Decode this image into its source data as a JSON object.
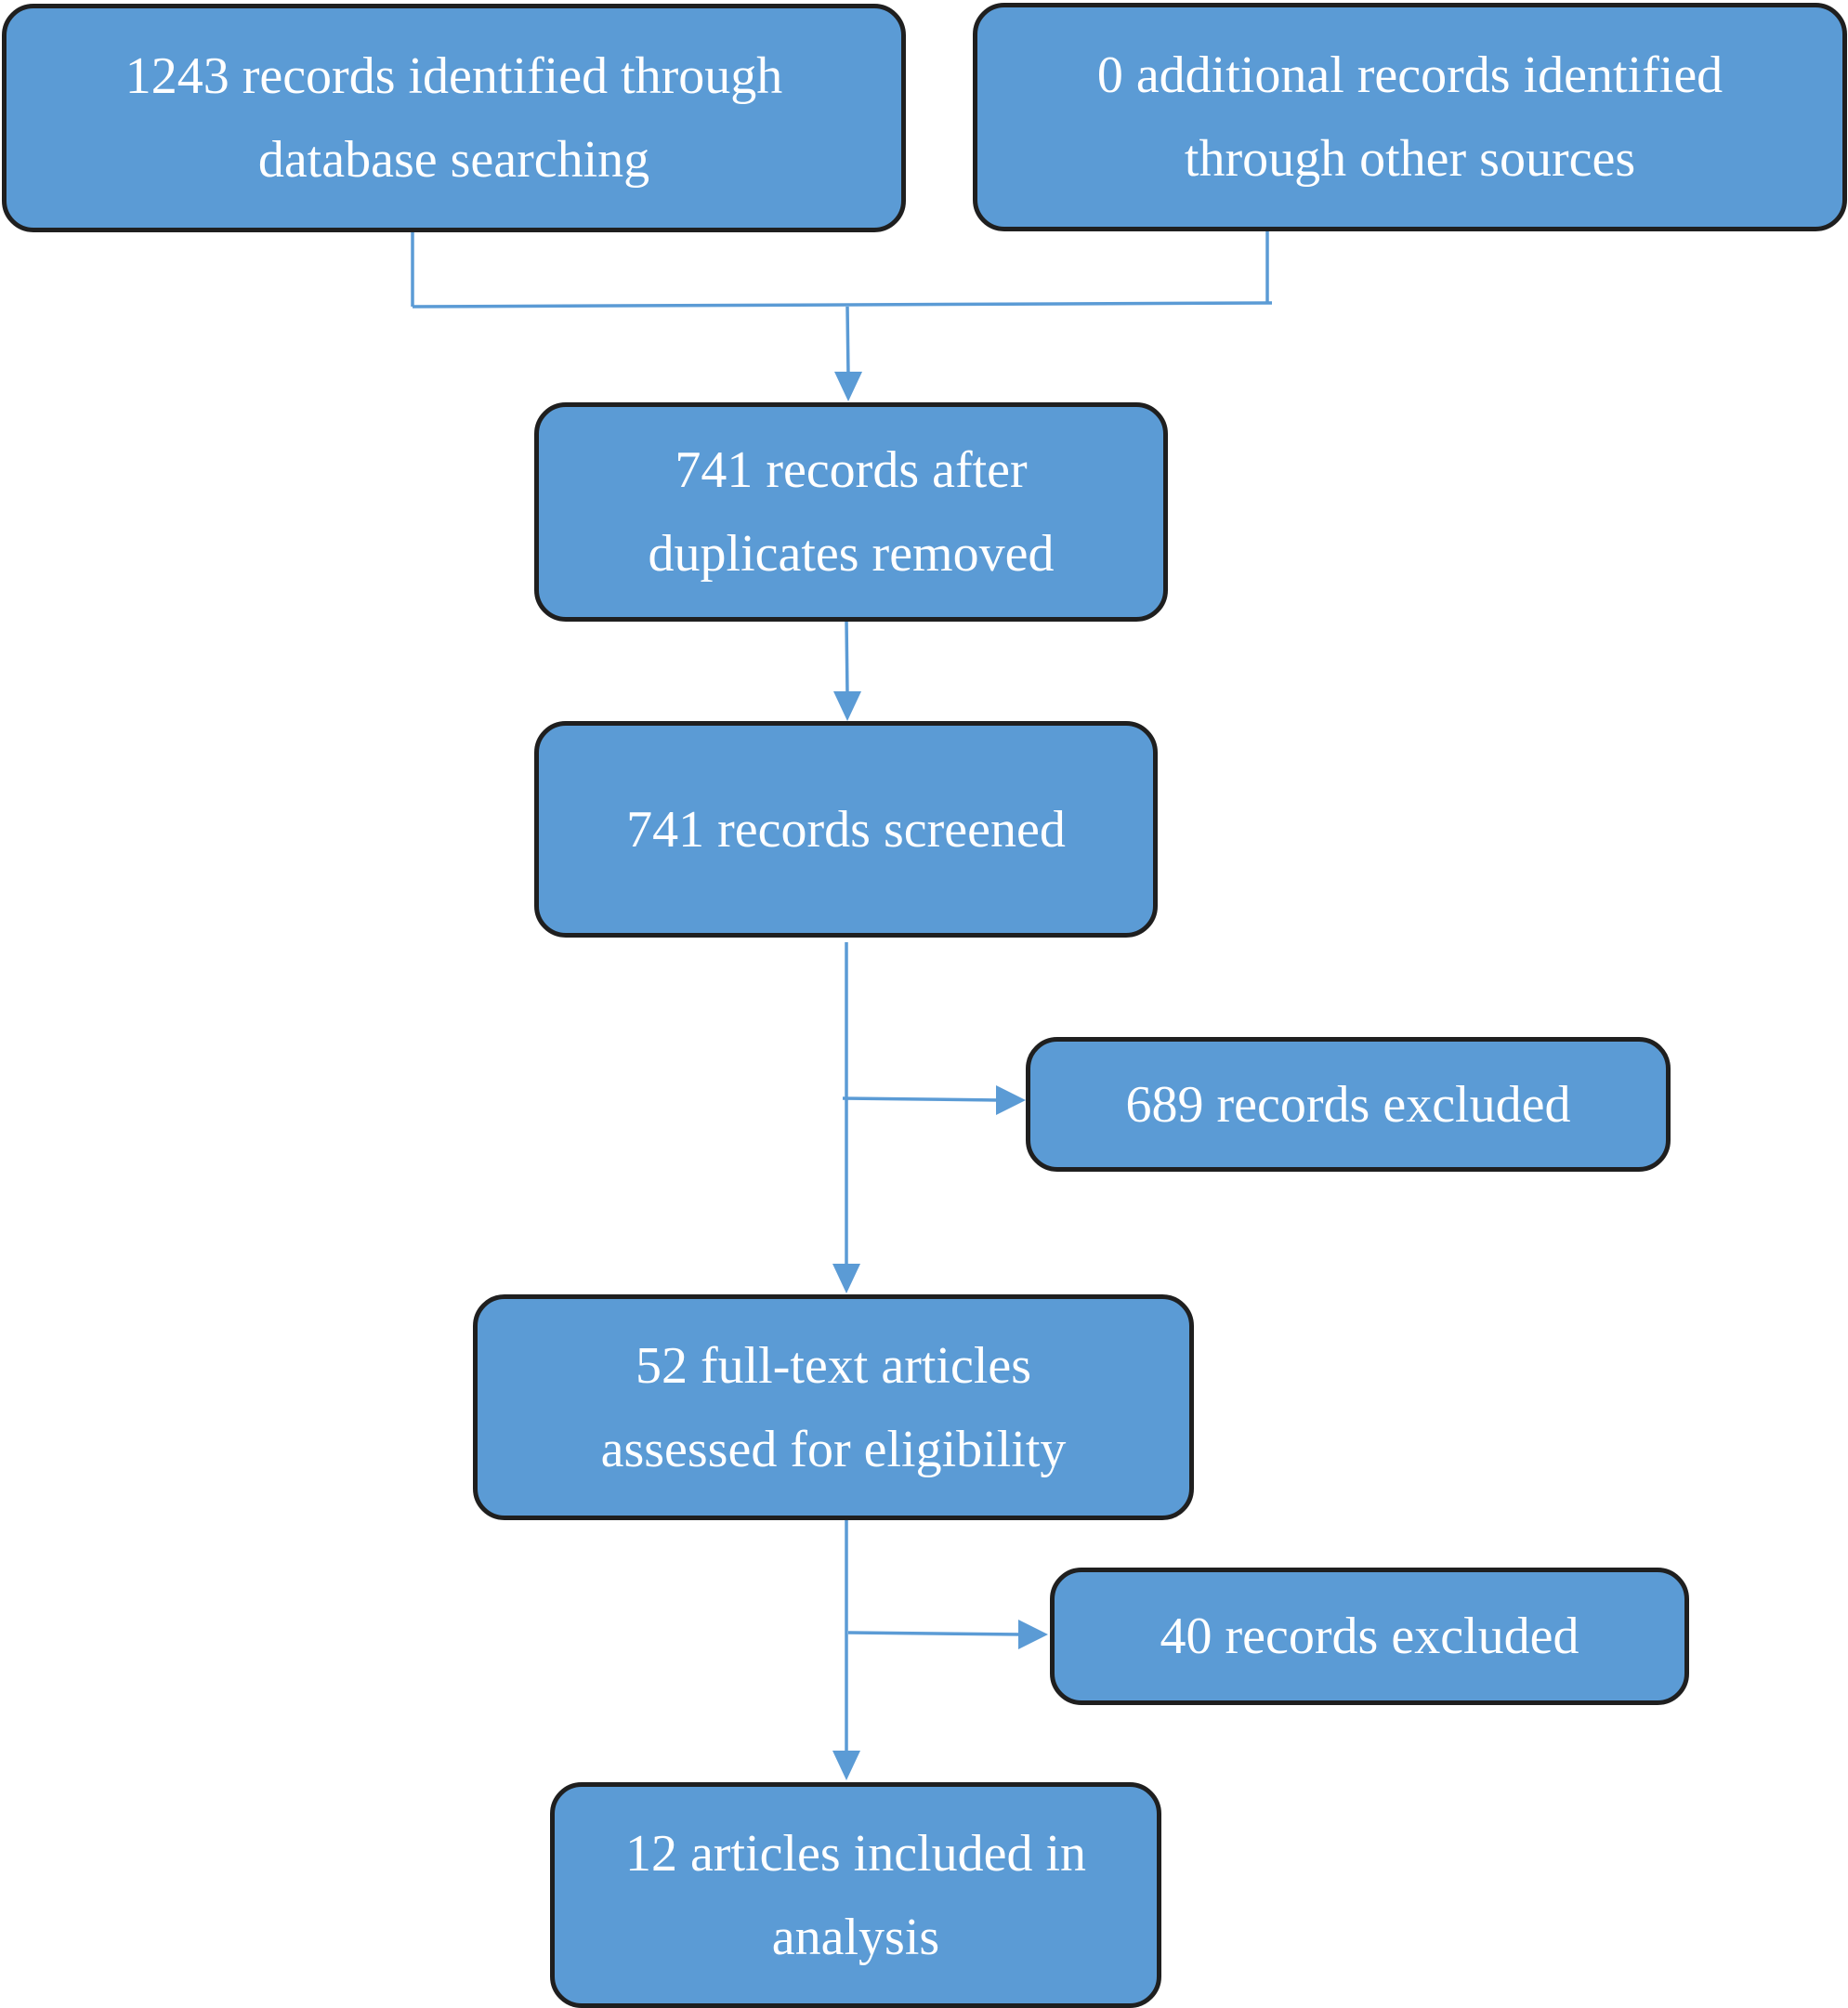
{
  "flowchart": {
    "database_search": "1243 records identified through database searching",
    "other_sources": "0 additional records identified through other sources",
    "after_duplicates": "741 records after duplicates removed",
    "screened": "741 records screened",
    "excluded_screening": "689 records excluded",
    "full_text": "52 full-text articles assessed for eligibility",
    "excluded_full_text": "40 records excluded",
    "included": "12 articles included in analysis"
  },
  "colors": {
    "box_fill": "#5b9bd5",
    "box_border": "#1f1f1f",
    "box_text": "#ffffff",
    "connector": "#5b9bd5"
  }
}
